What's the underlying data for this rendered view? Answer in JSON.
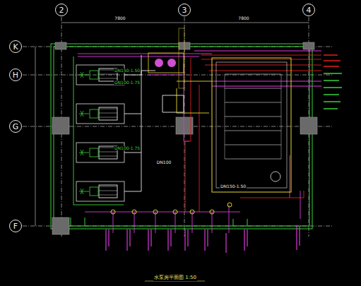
{
  "diagram": {
    "caption": "水泵房平面图 1:50",
    "nodes": [
      {
        "text": [
          "2"
        ]
      },
      {
        "text": [
          "3"
        ]
      },
      {
        "text": [
          "4"
        ]
      },
      {
        "text": [
          "K"
        ]
      },
      {
        "text": [
          "H"
        ]
      },
      {
        "text": [
          "G"
        ]
      },
      {
        "text": [
          "F"
        ]
      }
    ],
    "labels": [
      "7800",
      "7800",
      "DN150-1.50",
      "DN100-1.75",
      "DN100-1.75",
      "DN150-1.50",
      "DN100"
    ]
  }
}
